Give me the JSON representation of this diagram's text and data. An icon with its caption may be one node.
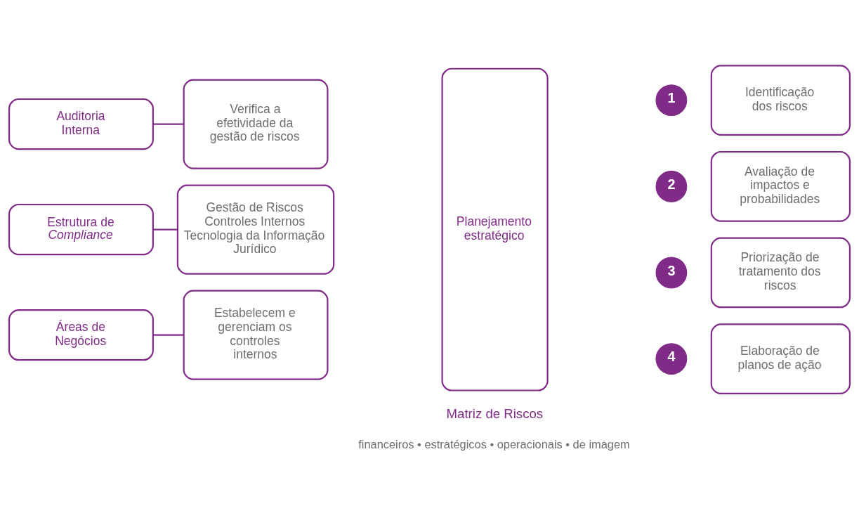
{
  "diagram": {
    "nodes": [
      {
        "text": [
          "Auditoria Interna"
        ]
      },
      {
        "text": [
          "Verifica a efetividade da gestão de riscos"
        ]
      },
      {
        "text": [
          "Estrutura de *Compliance*"
        ]
      },
      {
        "text": [
          "Gestão de Riscos",
          "Controles Internos",
          "Tecnologia da Informação",
          "Jurídico"
        ]
      },
      {
        "text": [
          "Áreas de Negócios"
        ]
      },
      {
        "text": [
          "Estabelecem e gerenciam os controles internos"
        ]
      },
      {
        "text": [
          "Planejamento estratégico"
        ]
      },
      {
        "text": [
          "1"
        ]
      },
      {
        "text": [
          "Identificação dos riscos"
        ]
      },
      {
        "text": [
          "2"
        ]
      },
      {
        "text": [
          "Avaliação de impactos e probabilidades"
        ]
      },
      {
        "text": [
          "3"
        ]
      },
      {
        "text": [
          "Priorização de tratamento dos riscos"
        ]
      },
      {
        "text": [
          "4"
        ]
      },
      {
        "text": [
          "Elaboração de planos de ação"
        ]
      }
    ],
    "edges": [
      {
        "from": 0,
        "to": 1,
        "arrow": "none"
      },
      {
        "from": 2,
        "to": 3,
        "arrow": "none"
      },
      {
        "from": 4,
        "to": 5,
        "arrow": "none"
      }
    ],
    "labels": [
      "Matriz de Riscos",
      "financeiros • estratégicos • operacionais • de imagem"
    ]
  }
}
